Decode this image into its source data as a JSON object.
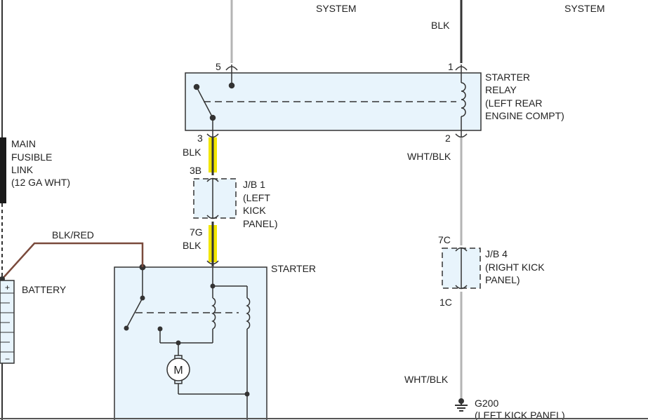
{
  "labels": {
    "system_left": "SYSTEM",
    "system_right": "SYSTEM",
    "blk_top": "BLK",
    "relay_pin5": "5",
    "relay_pin1": "1",
    "relay_pin3": "3",
    "relay_pin2": "2",
    "relay_name": [
      "STARTER",
      "RELAY",
      "(LEFT REAR",
      "ENGINE COMPT)"
    ],
    "wire_blk_relay": "BLK",
    "jb1_pin_top": "3B",
    "jb1_name": [
      "J/B 1",
      "(LEFT",
      "KICK",
      "PANEL)"
    ],
    "jb1_pin_bottom": "7G",
    "wire_blk_starter": "BLK",
    "starter_name": "STARTER",
    "fusible_link": [
      "MAIN",
      "FUSIBLE",
      "LINK",
      "(12 GA WHT)"
    ],
    "wire_blk_red": "BLK/RED",
    "battery_name": "BATTERY",
    "battery_plus": "+",
    "battery_minus": "−",
    "motor_symbol": "M",
    "wire_wht_blk_upper": "WHT/BLK",
    "jb4_pin_top": "7C",
    "jb4_name": [
      "J/B 4",
      "(RIGHT KICK",
      "PANEL)"
    ],
    "jb4_pin_bottom": "1C",
    "wire_wht_blk_lower": "WHT/BLK",
    "ground_name": "G200",
    "ground_location": "(LEFT KICK PANEL)"
  },
  "colors": {
    "box_fill": "#e8f4fc",
    "box_stroke": "#333333",
    "wire_black": "#333333",
    "wire_grey": "#b4b4b4",
    "wire_blk_red": "#7a4a3c",
    "wire_highlight": "#f2e600",
    "fusible_link": "#1a1a1a"
  }
}
